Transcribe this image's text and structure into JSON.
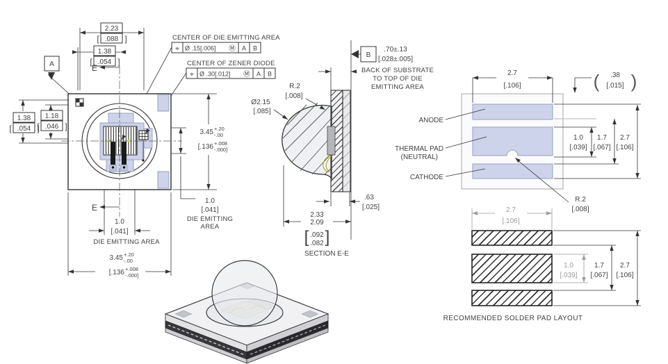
{
  "misc": {
    "bracket_l": "[",
    "bracket_r": "]",
    "paren_l": "(",
    "paren_r": ")"
  },
  "colors": {
    "pad_fill": "#cdd3eb",
    "line": "#333333",
    "gray": "#9b9b9b",
    "gold": "#b8960c"
  },
  "top_view": {
    "datum_a": "A",
    "section_letter": "E",
    "dim_width_top": {
      "mm": "2.23",
      "in": ".088"
    },
    "dim_width_inner": {
      "mm": "1.38",
      "in": ".054"
    },
    "dim_left_outer": {
      "mm": "1.38",
      "in": ".054"
    },
    "dim_left_inner": {
      "mm": "1.18",
      "in": ".046"
    },
    "dim_size": {
      "mm": "3.45",
      "mm_plus": "+.20",
      "mm_minus": "-.00",
      "in": "[.136",
      "in_plus": "+.008",
      "in_minus": "-.000]"
    },
    "die_width": {
      "mm": "1.0",
      "in": "[.041]",
      "label": "DIE EMITTING AREA"
    },
    "die_height": {
      "mm": "1.0",
      "in": "[.041]",
      "label_line1": "DIE EMITTING",
      "label_line2": "AREA"
    }
  },
  "callouts": {
    "die_center": {
      "title": "CENTER OF DIE EMITTING AREA",
      "position_symbol": "⌖",
      "tolerance": "Ø .15[.006]",
      "modifier": "Ⓜ",
      "datum_1": "A",
      "datum_2": "B"
    },
    "zener_center": {
      "title": "CENTER OF ZENER DIODE",
      "position_symbol": "⌖",
      "tolerance": "Ø .30[.012]",
      "modifier": "Ⓜ",
      "datum_1": "A",
      "datum_2": "B"
    }
  },
  "section_view": {
    "datum_b": "B",
    "dim_die_height": {
      "mm": ".70±.13",
      "in": "[.028±.005]"
    },
    "note_line1": "BACK OF SUBSTRATE",
    "note_line2": "TO TOP OF DIE",
    "note_line3": "EMITTING AREA",
    "dim_radius": {
      "r": "R.2",
      "in": "[.008]"
    },
    "dim_dome_dia": {
      "mm": "Ø2.15",
      "in": "[.085]"
    },
    "dim_substrate": {
      "mm": ".63",
      "in": "[.025]"
    },
    "dim_total": {
      "mm_max": "2.33",
      "mm_min": "2.09",
      "in_max": ".092",
      "in_min": ".082"
    },
    "label": "SECTION E-E"
  },
  "pad_layout": {
    "label_anode": "ANODE",
    "label_thermal_1": "THERMAL PAD",
    "label_thermal_2": "(NEUTRAL)",
    "label_cathode": "CATHODE",
    "dim_width": {
      "mm": "2.7",
      "in": "[.106]"
    },
    "dim_offset": {
      "mm": ".38",
      "in": "[.015]"
    },
    "dim_pad": {
      "mm": "1.0",
      "in": "[.039]"
    },
    "dim_pitch": {
      "mm": "1.7",
      "in": "[.067]"
    },
    "dim_total": {
      "mm": "2.7",
      "in": "[.106]"
    },
    "dim_notch": {
      "r": "R.2",
      "in": "[.008]"
    }
  },
  "solder_layout": {
    "dim_width": {
      "mm": "2.7",
      "in": "[.106]"
    },
    "dim_pad": {
      "mm": "1.0",
      "in": "[.039]"
    },
    "dim_pitch": {
      "mm": "1.7",
      "in": "[.067]"
    },
    "dim_total": {
      "mm": "2.7",
      "in": "[.106]"
    },
    "caption": "RECOMMENDED SOLDER PAD LAYOUT"
  }
}
